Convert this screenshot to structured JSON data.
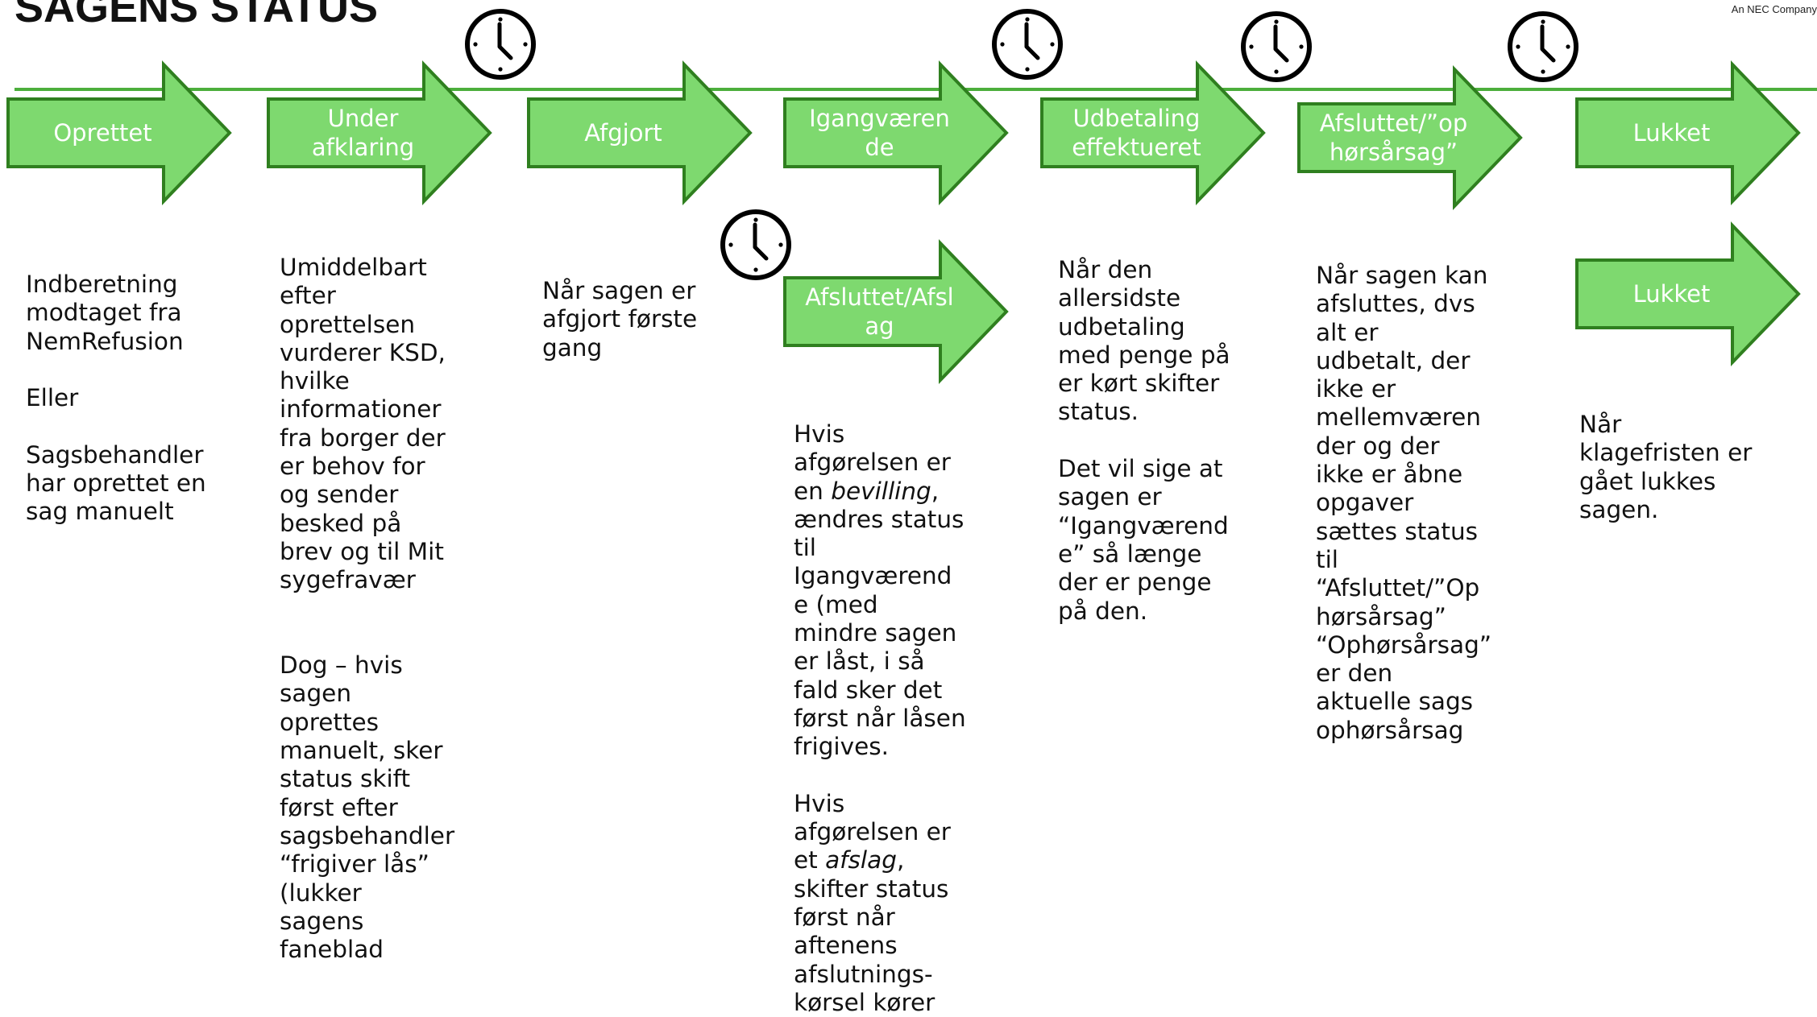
{
  "title": "SAGENS STATUS",
  "brand": "An NEC Company",
  "colors": {
    "arrow_fill": "#7ed96f",
    "arrow_stroke": "#2f7f1f",
    "timeline": "#4cae3c",
    "clock": "#000000",
    "text": "#111111",
    "arrow_text": "#ffffff"
  },
  "statuses": {
    "oprettet": "Oprettet",
    "under_afklaring": [
      "Under",
      "afklaring"
    ],
    "afgjort": "Afgjort",
    "igangvaerende": [
      "Igangværen",
      "de"
    ],
    "afsluttet_afslag": [
      "Afsluttet/Afsl",
      "ag"
    ],
    "udbetaling": [
      "Udbetaling",
      "effektueret"
    ],
    "afsluttet_ophoer": [
      "Afsluttet/”op",
      "hørsårsag”"
    ],
    "lukket_top": "Lukket",
    "lukket_bottom": "Lukket"
  },
  "descriptions": {
    "oprettet": {
      "p1": [
        "Indberetning",
        "modtaget fra",
        "NemRefusion"
      ],
      "p2": "Eller",
      "p3": [
        "Sagsbehandler",
        "har oprettet en",
        "sag manuelt"
      ]
    },
    "under_afklaring": {
      "p1": [
        "Umiddelbart",
        "efter",
        "oprettelsen",
        "vurderer KSD,",
        "hvilke",
        "informationer",
        "fra borger der",
        "er behov for",
        "og sender",
        "besked på",
        "brev og til Mit",
        "sygefravær"
      ],
      "p2": [
        "Dog – hvis",
        "sagen",
        "oprettes",
        "manuelt, sker",
        "status skift",
        "først efter",
        "sagsbehandler",
        "“frigiver lås”",
        "(lukker",
        "sagens",
        "faneblad"
      ]
    },
    "afgjort": {
      "p1": [
        "Når sagen er",
        "afgjort første",
        "gang"
      ]
    },
    "afsluttet_afslag": {
      "p1": {
        "l1": "Hvis",
        "l2": "afgørelsen er",
        "l3_pre": "en ",
        "l3_em": "bevilling",
        "l3_post": ",",
        "rest": [
          "ændres status",
          "til",
          "Igangværend",
          "e (med",
          "mindre sagen",
          "er låst, i så",
          "fald sker det",
          "først når låsen",
          "frigives."
        ]
      },
      "p2": {
        "l1": "Hvis",
        "l2": "afgørelsen er",
        "l3_pre": "et ",
        "l3_em": "afslag",
        "l3_post": ",",
        "rest": [
          "skifter status",
          "først når",
          "aftenens",
          "afslutnings-",
          "kørsel kører"
        ]
      }
    },
    "udbetaling": {
      "p1": [
        "Når den",
        "allersidste",
        "udbetaling",
        "med penge på",
        "er kørt skifter",
        "status."
      ],
      "p2": [
        "Det vil sige at",
        "sagen er",
        "“Igangværend",
        "e” så længe",
        "der er penge",
        "på den."
      ]
    },
    "afsluttet_ophoer": {
      "p1": [
        "Når sagen kan",
        "afsluttes, dvs",
        "alt er",
        "udbetalt, der",
        "ikke er",
        "mellemværen",
        "der og der",
        "ikke er åbne",
        "opgaver",
        "sættes status",
        "til",
        "“Afsluttet/”Op",
        "hørsårsag”",
        "“Ophørsårsag”",
        "er den",
        "aktuelle sags",
        "ophørsårsag"
      ]
    },
    "lukket": {
      "p1": [
        "Når",
        "klagefristen er",
        "gået lukkes",
        "sagen."
      ]
    }
  }
}
